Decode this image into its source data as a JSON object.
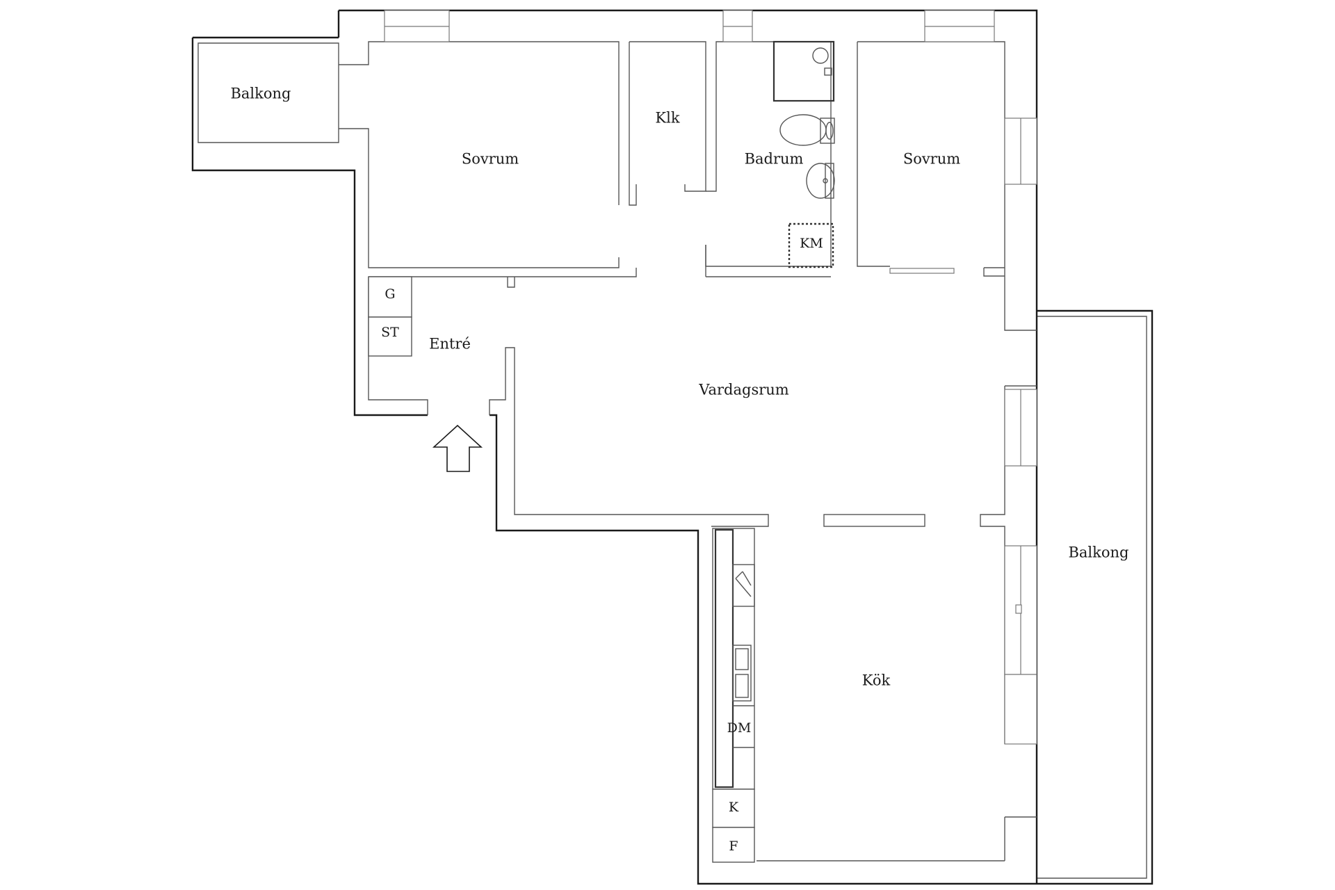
{
  "rooms": {
    "balkong_top": "Balkong",
    "sovrum_left": "Sovrum",
    "klk": "Klk",
    "badrum": "Badrum",
    "sovrum_right": "Sovrum",
    "entre": "Entré",
    "vardagsrum": "Vardagsrum",
    "kok": "Kök",
    "balkong_right": "Balkong"
  },
  "fixtures": {
    "g": "G",
    "st": "ST",
    "km": "KM",
    "dm": "DM",
    "k": "K",
    "f": "F"
  },
  "icons": {
    "entrance": "entrance-arrow-icon",
    "shower": "shower-icon",
    "toilet": "toilet-icon",
    "sink": "sink-icon",
    "stove": "stove-icon",
    "kitchen_sink": "kitchen-sink-icon"
  },
  "colors": {
    "wall": "#1a1a1a",
    "line": "#555555",
    "background": "#ffffff"
  }
}
